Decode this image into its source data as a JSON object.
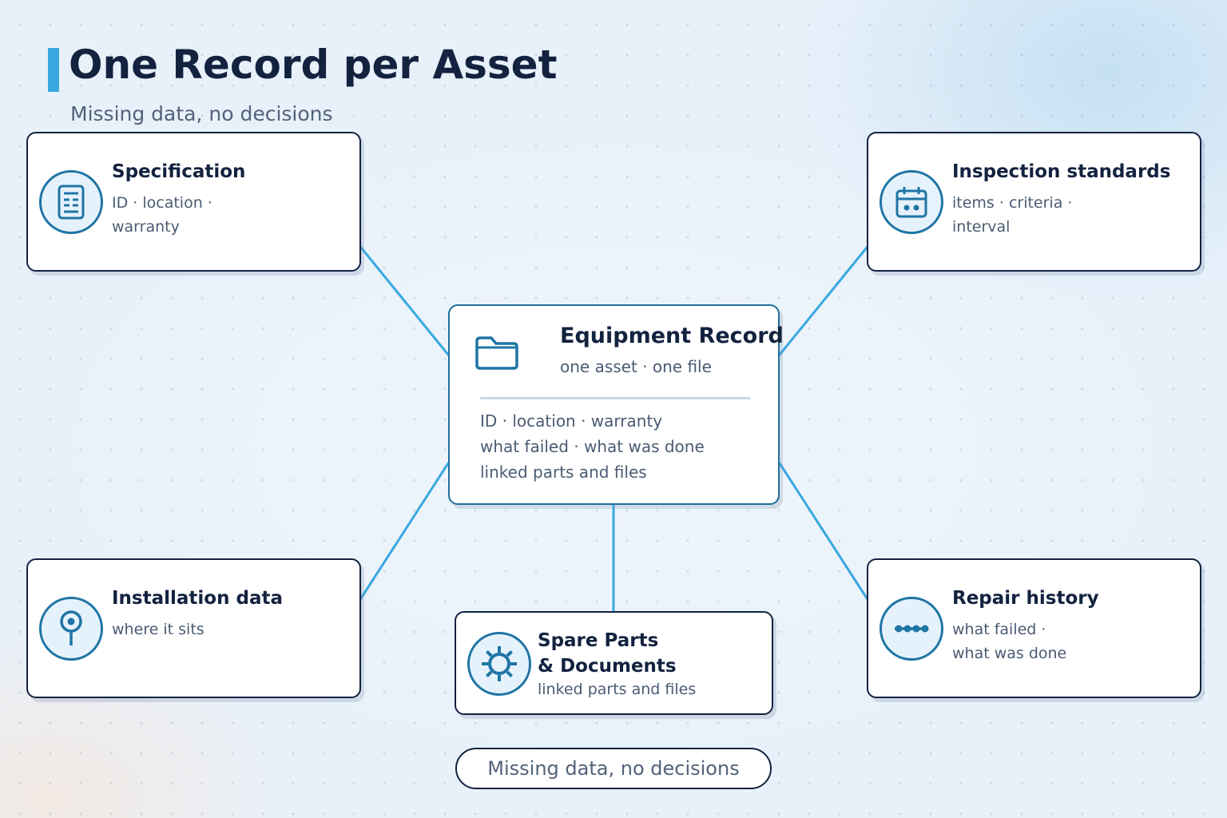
{
  "header": {
    "title": "One Record per Asset",
    "subtitle": "Missing data, no decisions"
  },
  "center": {
    "icon": "folder-icon",
    "title": "Equipment Record",
    "subtitle": "one asset · one file",
    "lines": [
      "ID · location · warranty",
      "what failed · what was done",
      "linked parts and files"
    ]
  },
  "cards": {
    "specification": {
      "icon": "document-icon",
      "title": "Specification",
      "desc": [
        "ID · location ·",
        "warranty"
      ]
    },
    "inspection": {
      "icon": "calendar-icon",
      "title": "Inspection standards",
      "desc": [
        "items · criteria ·",
        "interval"
      ]
    },
    "installation": {
      "icon": "location-pin-icon",
      "title": "Installation data",
      "desc": [
        "where it sits"
      ]
    },
    "spare_parts": {
      "icon": "gear-icon",
      "title": [
        "Spare Parts",
        "& Documents"
      ],
      "desc": [
        "linked parts and files"
      ]
    },
    "repair": {
      "icon": "timeline-icon",
      "title": "Repair history",
      "desc": [
        "what failed ·",
        "what was done"
      ]
    }
  },
  "footer": {
    "pill": "Missing data, no decisions"
  },
  "colors": {
    "accent": "#3aa8e0",
    "icon_stroke": "#1f75a5",
    "card_border": "#13223f",
    "connector": "#3aa8e0"
  }
}
